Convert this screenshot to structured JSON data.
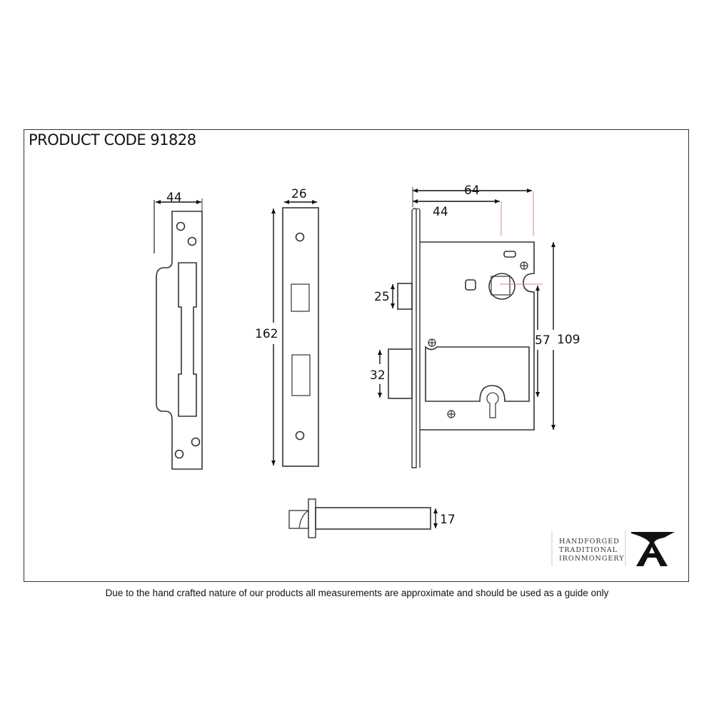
{
  "header": {
    "product_code_label": "PRODUCT CODE 91828"
  },
  "drawings": {
    "strike_plate": {
      "width_dim": "44"
    },
    "forend": {
      "width_dim": "26",
      "height_dim": "162"
    },
    "lock_body": {
      "overall_depth_dim": "64",
      "backset_dim": "44",
      "latch_height_dim": "25",
      "deadbolt_height_dim": "32",
      "centres_dim": "57",
      "case_height_dim": "109"
    },
    "spindle": {
      "diameter_dim": "17"
    }
  },
  "logo": {
    "line1": "HANDFORGED",
    "line2": "TRADITIONAL",
    "line3": "IRONMONGERY",
    "mark": "anvil-A"
  },
  "footer": {
    "disclaimer": "Due to the hand crafted nature of our products all measurements are approximate and should be used as a guide only"
  },
  "colors": {
    "line": "#333333",
    "accent_guide": "#c98a8a"
  }
}
